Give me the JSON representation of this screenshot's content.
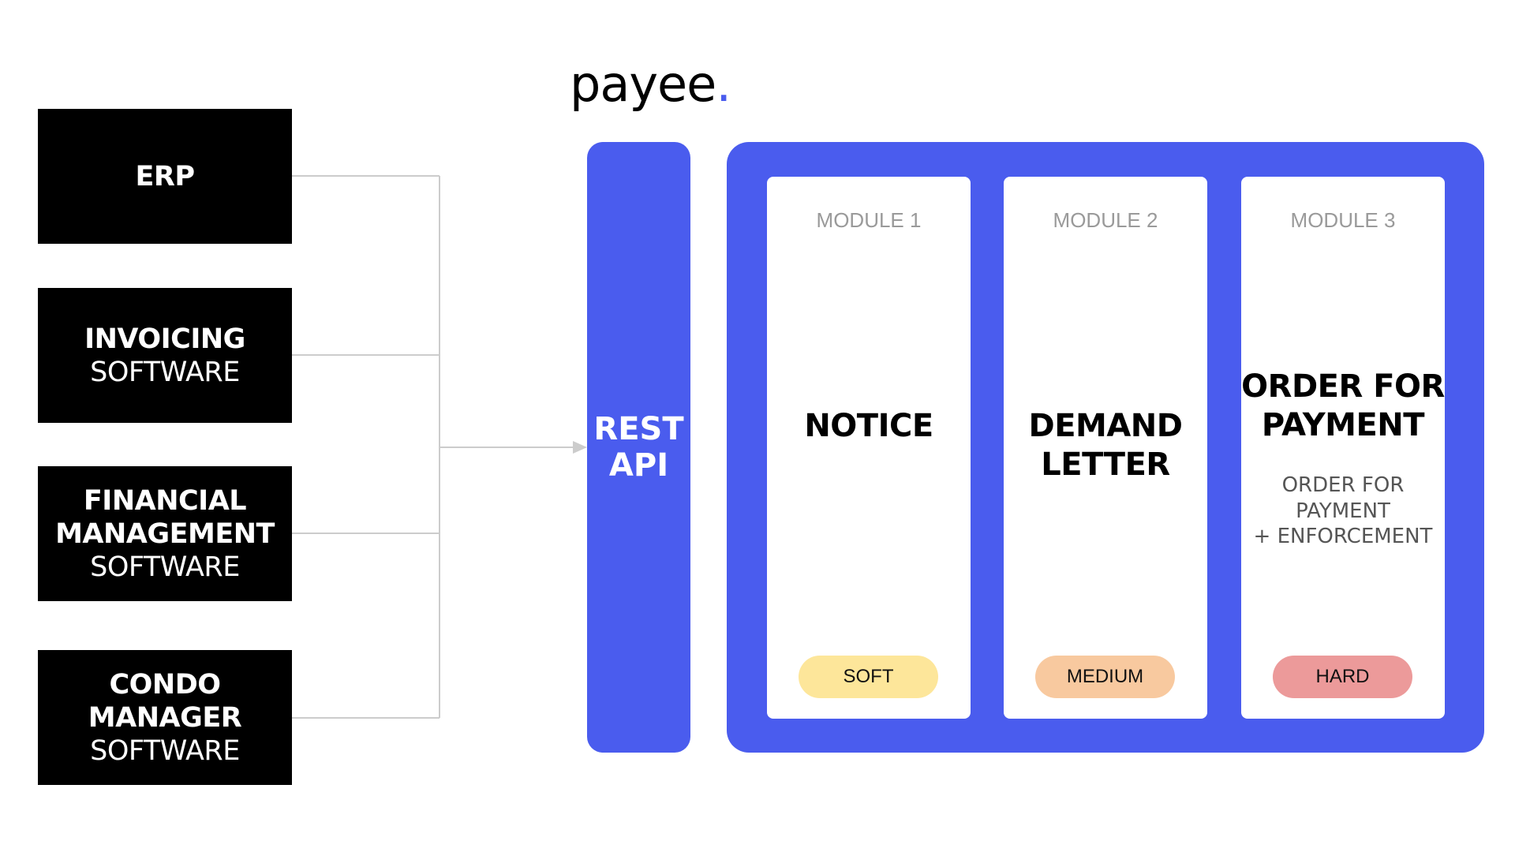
{
  "logo": {
    "text": "payee",
    "dot": ".",
    "dot_color": "#4a5cee"
  },
  "sources": [
    {
      "strong": "ERP",
      "light": ""
    },
    {
      "strong": "INVOICING",
      "light": "SOFTWARE"
    },
    {
      "strong": "FINANCIAL MANAGEMENT",
      "light": "SOFTWARE"
    },
    {
      "strong": "CONDO MANAGER",
      "light": "SOFTWARE"
    }
  ],
  "rest_api": {
    "line1": "REST",
    "line2": "API",
    "color": "#4a5cee"
  },
  "modules": [
    {
      "label": "MODULE 1",
      "title_line1": "NOTICE",
      "title_line2": "",
      "sub_line1": "",
      "sub_line2": "",
      "level": "SOFT",
      "level_color": "#fde69a"
    },
    {
      "label": "MODULE 2",
      "title_line1": "DEMAND",
      "title_line2": "LETTER",
      "sub_line1": "",
      "sub_line2": "",
      "level": "MEDIUM",
      "level_color": "#f8c99f"
    },
    {
      "label": "MODULE 3",
      "title_line1": "ORDER FOR",
      "title_line2": "PAYMENT",
      "sub_line1": "ORDER FOR PAYMENT",
      "sub_line2": "+ ENFORCEMENT",
      "level": "HARD",
      "level_color": "#ec9a9a"
    }
  ],
  "connector_color": "#cccccc"
}
